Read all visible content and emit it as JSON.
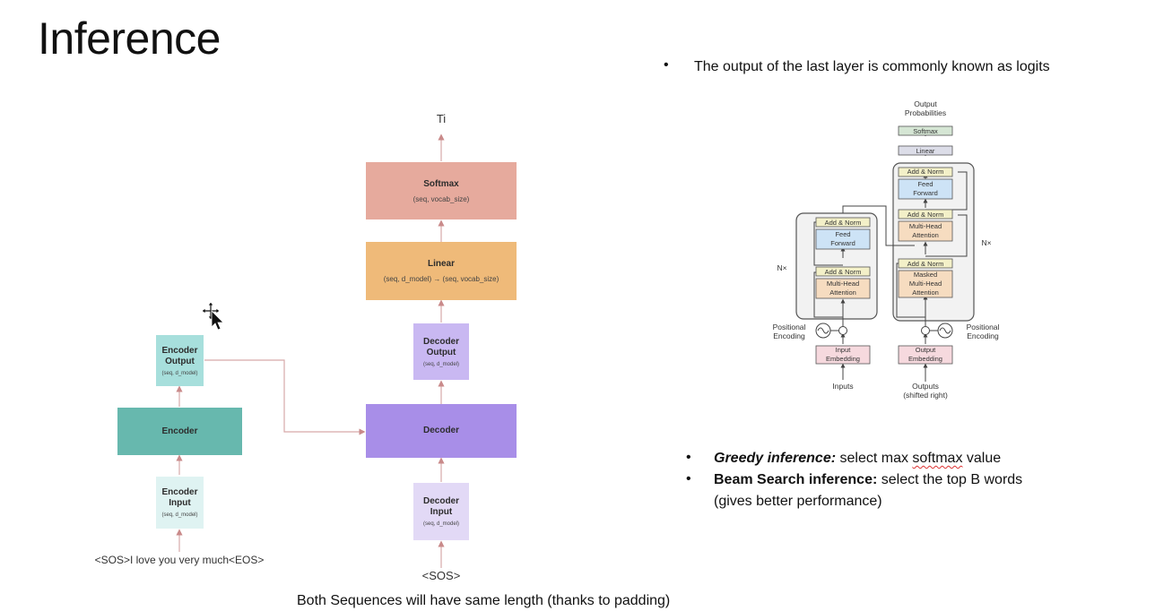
{
  "slide": {
    "title": "Inference",
    "footer": "Both Sequences will have same length (thanks to padding)"
  },
  "left_diagram": {
    "encoder_input": {
      "title": "Encoder\nInput",
      "dims": "(seq, d_model)"
    },
    "encoder": {
      "title": "Encoder"
    },
    "encoder_output": {
      "title": "Encoder\nOutput",
      "dims": "(seq, d_model)"
    },
    "encoder_sentence": "<SOS>I love you very much<EOS>",
    "decoder_input": {
      "title": "Decoder\nInput",
      "dims": "(seq, d_model)"
    },
    "decoder": {
      "title": "Decoder"
    },
    "decoder_output": {
      "title": "Decoder\nOutput",
      "dims": "(seq, d_model)"
    },
    "linear": {
      "title": "Linear",
      "dims": "(seq, d_model) → (seq, vocab_size)"
    },
    "softmax": {
      "title": "Softmax",
      "dims": "(seq, vocab_size)"
    },
    "decoder_sentence": "<SOS>",
    "output_token": "Ti"
  },
  "right_text": {
    "bullet_logits": "The output of the last layer is commonly known as logits",
    "greedy_bold": "Greedy inference:",
    "greedy_rest_1": " select max ",
    "greedy_rest_word": "softmax",
    "greedy_rest_2": " value",
    "beam_bold": "Beam Search inference:",
    "beam_rest": " select the top B words",
    "beam_rest_2": "(gives better performance)"
  },
  "transformer_figure": {
    "output_probs": "Output\nProbabilities",
    "softmax": "Softmax",
    "linear": "Linear",
    "add_norm": "Add & Norm",
    "feed_forward": "Feed\nForward",
    "multi_head": "Multi-Head\nAttention",
    "masked_multi_head": "Masked\nMulti-Head\nAttention",
    "nx": "N×",
    "positional_encoding": "Positional\nEncoding",
    "input_embedding": "Input\nEmbedding",
    "output_embedding": "Output\nEmbedding",
    "inputs": "Inputs",
    "outputs": "Outputs\n(shifted right)"
  },
  "colors": {
    "encoder_light": "#dff3f2",
    "encoder_mid": "#a7dfdc",
    "encoder_dark": "#67b8ae",
    "decoder_light": "#e2d9f6",
    "decoder_mid": "#c9b8f2",
    "decoder_dark": "#a88ee8",
    "linear": "#efba79",
    "softmax": "#e6aa9d",
    "arrow": "#c98a8a"
  }
}
